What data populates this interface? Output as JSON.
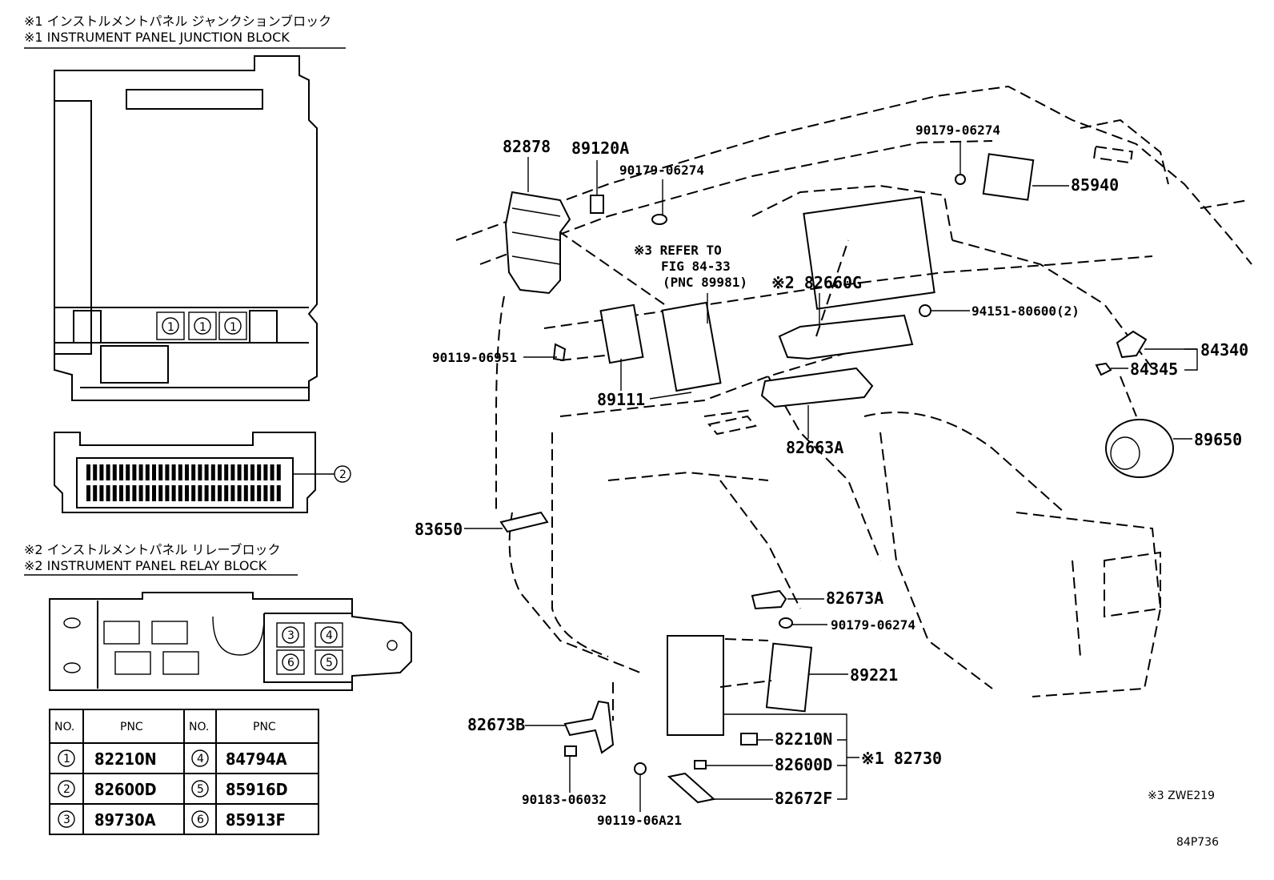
{
  "headers": {
    "jb_jp": "※1 インストルメントパネル ジャンクションブロック",
    "jb_en": "※1 INSTRUMENT PANEL JUNCTION BLOCK",
    "rb_jp": "※2 インストルメントパネル リレーブロック",
    "rb_en": "※2 INSTRUMENT PANEL RELAY BLOCK"
  },
  "jb_markers": [
    "①",
    "①",
    "①"
  ],
  "connector_marker": "②",
  "relay_markers": [
    "③",
    "④",
    "⑥",
    "⑤"
  ],
  "table": {
    "col_no": "NO.",
    "col_pnc": "PNC",
    "rows": [
      {
        "n1": "①",
        "p1": "82210N",
        "n2": "④",
        "p2": "84794A"
      },
      {
        "n1": "②",
        "p1": "82600D",
        "n2": "⑤",
        "p2": "85916D"
      },
      {
        "n1": "③",
        "p1": "89730A",
        "n2": "⑥",
        "p2": "85913F"
      }
    ]
  },
  "labels": {
    "p82878": "82878",
    "p89120A": "89120A",
    "p90179a": "90179-06274",
    "refer1": "※3 REFER TO",
    "refer2": "FIG 84-33",
    "refer3": "(PNC 89981)",
    "p82660G": "※2 82660G",
    "p90179b": "90179-06274",
    "p85940": "85940",
    "p94151": "94151-80600(2)",
    "p84340": "84340",
    "p84345": "84345",
    "p90119a": "90119-06951",
    "p89111": "89111",
    "p82663A": "82663A",
    "p89650": "89650",
    "p83650": "83650",
    "p82673A": "82673A",
    "p90179c": "90179-06274",
    "p89221": "89221",
    "p82673B": "82673B",
    "p82210N": "82210N",
    "p82600D": "82600D",
    "p82730": "※1 82730",
    "p82672F": "82672F",
    "p90183": "90183-06032",
    "p90119b": "90119-06A21",
    "note": "※3 ZWE219",
    "figno": "84P736"
  }
}
